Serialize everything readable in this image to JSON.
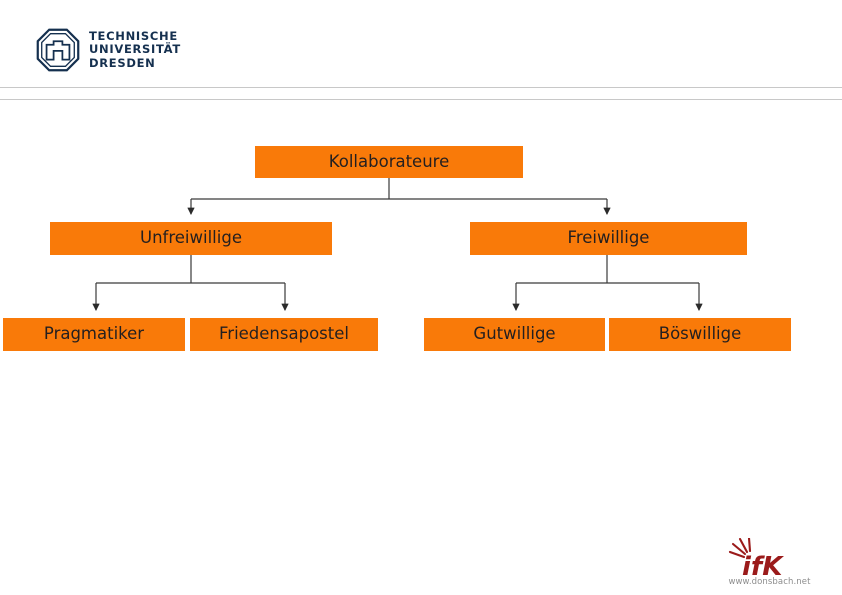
{
  "header": {
    "logo_icon": "tu-dresden-octagon-logo-icon",
    "wordmark_lines": [
      "TECHNISCHE",
      "UNIVERSITÄT",
      "DRESDEN"
    ],
    "brand_color": "#15304f"
  },
  "chart_data": {
    "type": "diagram",
    "subtype": "hierarchy-tree",
    "title": "",
    "node_color": "#f97a09",
    "text_color": "#231f20",
    "connector_color": "#3a3a3a",
    "levels": 3,
    "nodes": [
      {
        "id": "root",
        "label": "Kollaborateure",
        "level": 1,
        "parent": null
      },
      {
        "id": "unfreiwillige",
        "label": "Unfreiwillige",
        "level": 2,
        "parent": "root"
      },
      {
        "id": "freiwillige",
        "label": "Freiwillige",
        "level": 2,
        "parent": "root"
      },
      {
        "id": "pragmatiker",
        "label": "Pragmatiker",
        "level": 3,
        "parent": "unfreiwillige"
      },
      {
        "id": "friedensapostel",
        "label": "Friedensapostel",
        "level": 3,
        "parent": "unfreiwillige"
      },
      {
        "id": "gutwillige",
        "label": "Gutwillige",
        "level": 3,
        "parent": "freiwillige"
      },
      {
        "id": "boswillige",
        "label": "Böswillige",
        "level": 3,
        "parent": "freiwillige"
      }
    ],
    "edges": [
      {
        "from": "root",
        "to": "unfreiwillige",
        "arrow": "down"
      },
      {
        "from": "root",
        "to": "freiwillige",
        "arrow": "down"
      },
      {
        "from": "unfreiwillige",
        "to": "pragmatiker",
        "arrow": "down"
      },
      {
        "from": "unfreiwillige",
        "to": "friedensapostel",
        "arrow": "down"
      },
      {
        "from": "freiwillige",
        "to": "gutwillige",
        "arrow": "down"
      },
      {
        "from": "freiwillige",
        "to": "boswillige",
        "arrow": "down"
      }
    ]
  },
  "footer": {
    "logo_icon": "ifk-burst-logo-icon",
    "logo_text": "ifK",
    "url": "www.donsbach.net",
    "logo_color": "#9b1b1b",
    "url_color": "#8d8d8d"
  }
}
